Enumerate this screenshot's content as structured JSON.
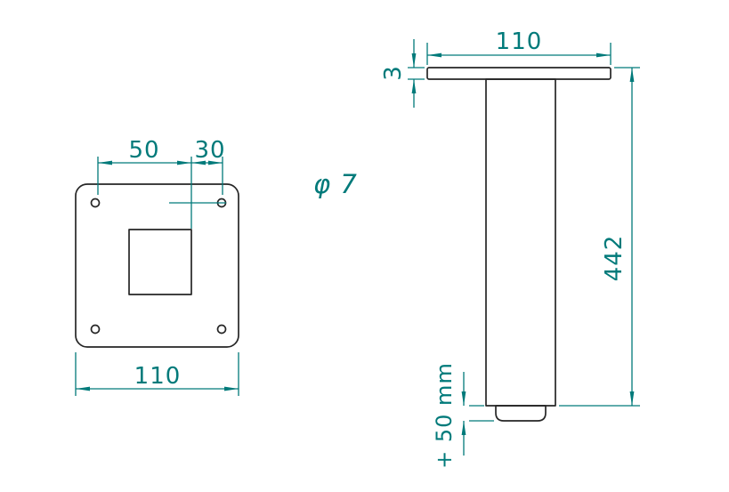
{
  "colors": {
    "background": "#ffffff",
    "part_outline": "#262626",
    "dimension": "#007a7a"
  },
  "top_view": {
    "dim_50": "50",
    "dim_30": "30",
    "hole_label": "φ 7",
    "dim_110": "110"
  },
  "side_view": {
    "dim_110": "110",
    "dim_3": "3",
    "dim_442": "442",
    "dim_foot": "+ 50 mm"
  }
}
